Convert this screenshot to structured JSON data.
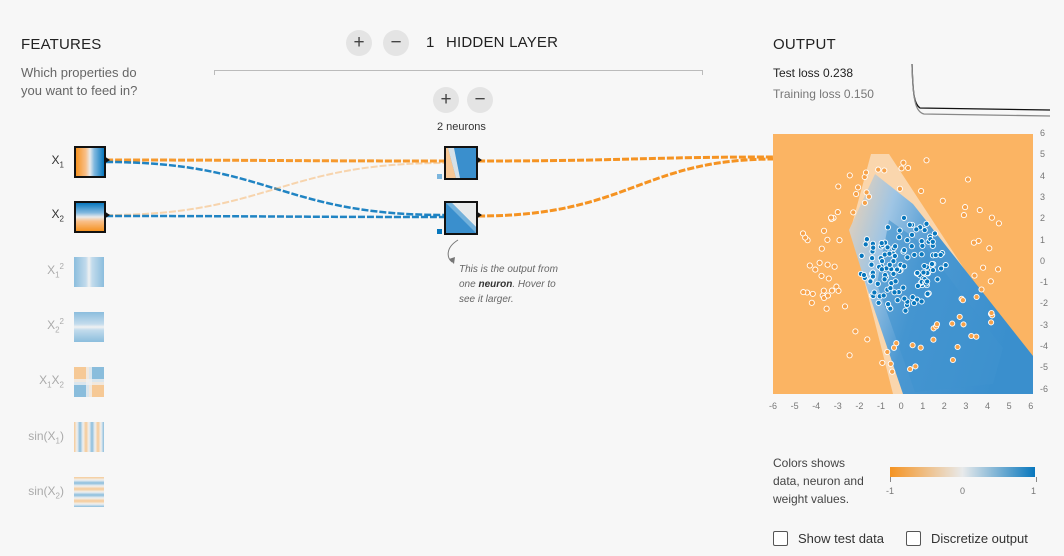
{
  "features": {
    "title": "FEATURES",
    "subtitle_lines": [
      "Which properties do",
      "you want to feed in?"
    ],
    "items": [
      {
        "base": "X",
        "sub": "1",
        "sup": "",
        "active": true
      },
      {
        "base": "X",
        "sub": "2",
        "sup": "",
        "active": true
      },
      {
        "base": "X",
        "sub": "1",
        "sup": "2",
        "active": false
      },
      {
        "base": "X",
        "sub": "2",
        "sup": "2",
        "active": false
      },
      {
        "base": "X",
        "sub": "1",
        "sup": "",
        "base2": "X",
        "sub2": "2",
        "active": false
      },
      {
        "base": "sin(X",
        "sub": "1",
        "tail": ")",
        "active": false
      },
      {
        "base": "sin(X",
        "sub": "2",
        "tail": ")",
        "active": false
      }
    ]
  },
  "hidden": {
    "add_symbol": "+",
    "remove_symbol": "−",
    "count": "1",
    "label": "HIDDEN LAYER",
    "neurons_label": "2 neurons",
    "callout_pre": "This is the output from one ",
    "callout_bold": "neuron",
    "callout_post": ". Hover to see it larger."
  },
  "output": {
    "title": "OUTPUT",
    "test_loss_label": "Test loss 0.238",
    "training_loss_label": "Training loss 0.150",
    "axis_ticks_y": [
      "6",
      "5",
      "4",
      "3",
      "2",
      "1",
      "0",
      "-1",
      "-2",
      "-3",
      "-4",
      "-5",
      "-6"
    ],
    "axis_ticks_x": [
      "-6",
      "-5",
      "-4",
      "-3",
      "-2",
      "-1",
      "0",
      "1",
      "2",
      "3",
      "4",
      "5",
      "6"
    ],
    "legend_lines": [
      "Colors shows",
      "data, neuron and",
      "weight values."
    ],
    "legend_min": "-1",
    "legend_mid": "0",
    "legend_max": "1",
    "show_test_data": "Show test data",
    "discretize_output": "Discretize output"
  },
  "colors": {
    "orange": "#f59322",
    "blue": "#0877bd",
    "bg": "#f7f7f7"
  }
}
